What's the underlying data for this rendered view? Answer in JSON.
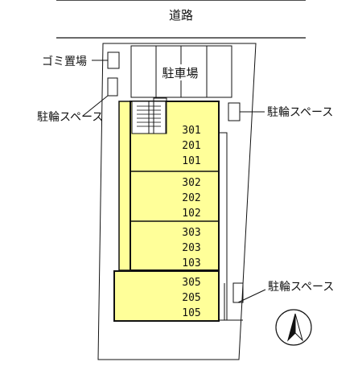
{
  "road": {
    "label": "道路"
  },
  "garbage": {
    "label": "ゴミ置場"
  },
  "parking": {
    "label": "駐車場"
  },
  "bike_parking": {
    "west_label": "駐輪スペース",
    "east_label": "駐輪スペース",
    "southeast_label": "駐輪スペース"
  },
  "units": [
    {
      "line1": "301",
      "line2": "201",
      "line3": "101"
    },
    {
      "line1": "302",
      "line2": "202",
      "line3": "102"
    },
    {
      "line1": "303",
      "line2": "203",
      "line3": "103"
    },
    {
      "line1": "305",
      "line2": "205",
      "line3": "105"
    }
  ],
  "colors": {
    "building_fill": "#ffff99",
    "outline": "#111111"
  },
  "compass": {
    "icon": "north-arrow-icon"
  }
}
